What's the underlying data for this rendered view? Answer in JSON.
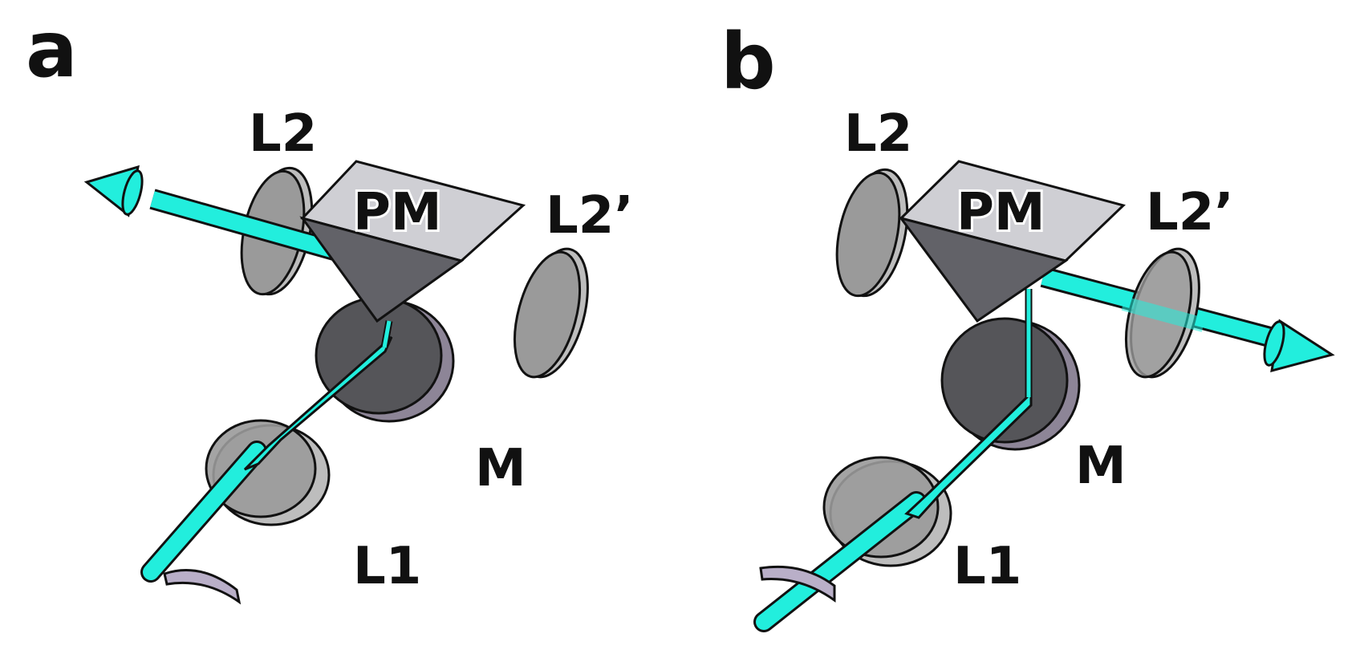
{
  "colors": {
    "beam": "#22eedd",
    "lens": "#9a9a9a",
    "lens_edge": "#bdbdbd",
    "mirror": "#555559",
    "mirror_rim": "#8d8597",
    "prism_top": "#cfcfd4",
    "prism_side": "#626268",
    "arrow_marker": "#b9afc8",
    "outline": "#111111"
  },
  "panels": {
    "a": {
      "label": "a",
      "lens_l2": "L2",
      "lens_l2_prime": "L2’",
      "prism": "PM",
      "mirror": "M",
      "lens_l1": "L1"
    },
    "b": {
      "label": "b",
      "lens_l2": "L2",
      "lens_l2_prime": "L2’",
      "prism": "PM",
      "mirror": "M",
      "lens_l1": "L1"
    }
  }
}
